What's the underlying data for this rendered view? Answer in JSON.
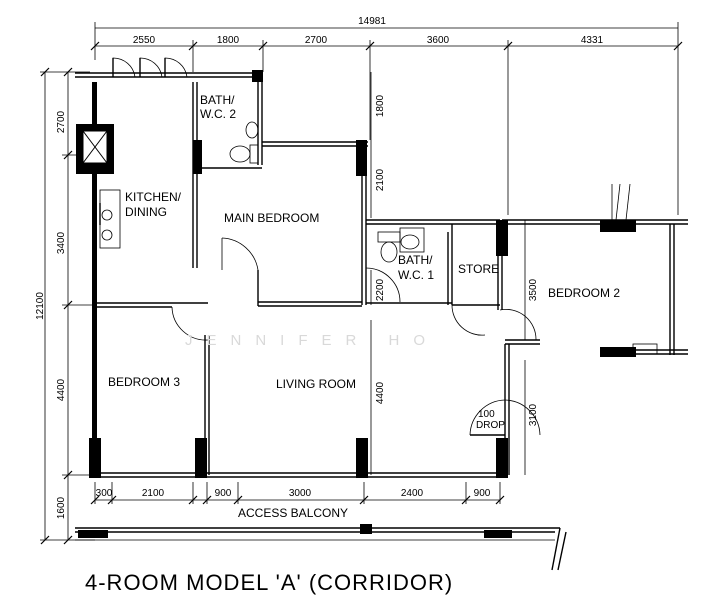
{
  "dimensions": {
    "top_total": "14981",
    "top_segments": [
      "2550",
      "1800",
      "2700",
      "3600",
      "4331"
    ],
    "left_total": "12100",
    "left_segments": [
      "2700",
      "3400",
      "4400",
      "1600"
    ],
    "inner_1800": "1800",
    "inner_2100": "2100",
    "inner_2200": "2200",
    "inner_4400": "4400",
    "right_3500": "3500",
    "right_3100": "3100",
    "bottom_segments": [
      "300",
      "2100",
      "900",
      "3000",
      "2400",
      "900"
    ]
  },
  "rooms": {
    "bath2_line1": "BATH/",
    "bath2_line2": "W.C. 2",
    "kitchen_line1": "KITCHEN/",
    "kitchen_line2": "DINING",
    "main_bedroom": "MAIN BEDROOM",
    "bath1_line1": "BATH/",
    "bath1_line2": "W.C. 1",
    "store": "STORE",
    "bedroom2": "BEDROOM 2",
    "bedroom3": "BEDROOM 3",
    "living_room": "LIVING ROOM",
    "drop_num": "100",
    "drop_label": "DROP",
    "access_balcony": "ACCESS  BALCONY"
  },
  "watermark": "JENNIFER HO",
  "title": "4-ROOM MODEL 'A' (CORRIDOR)"
}
